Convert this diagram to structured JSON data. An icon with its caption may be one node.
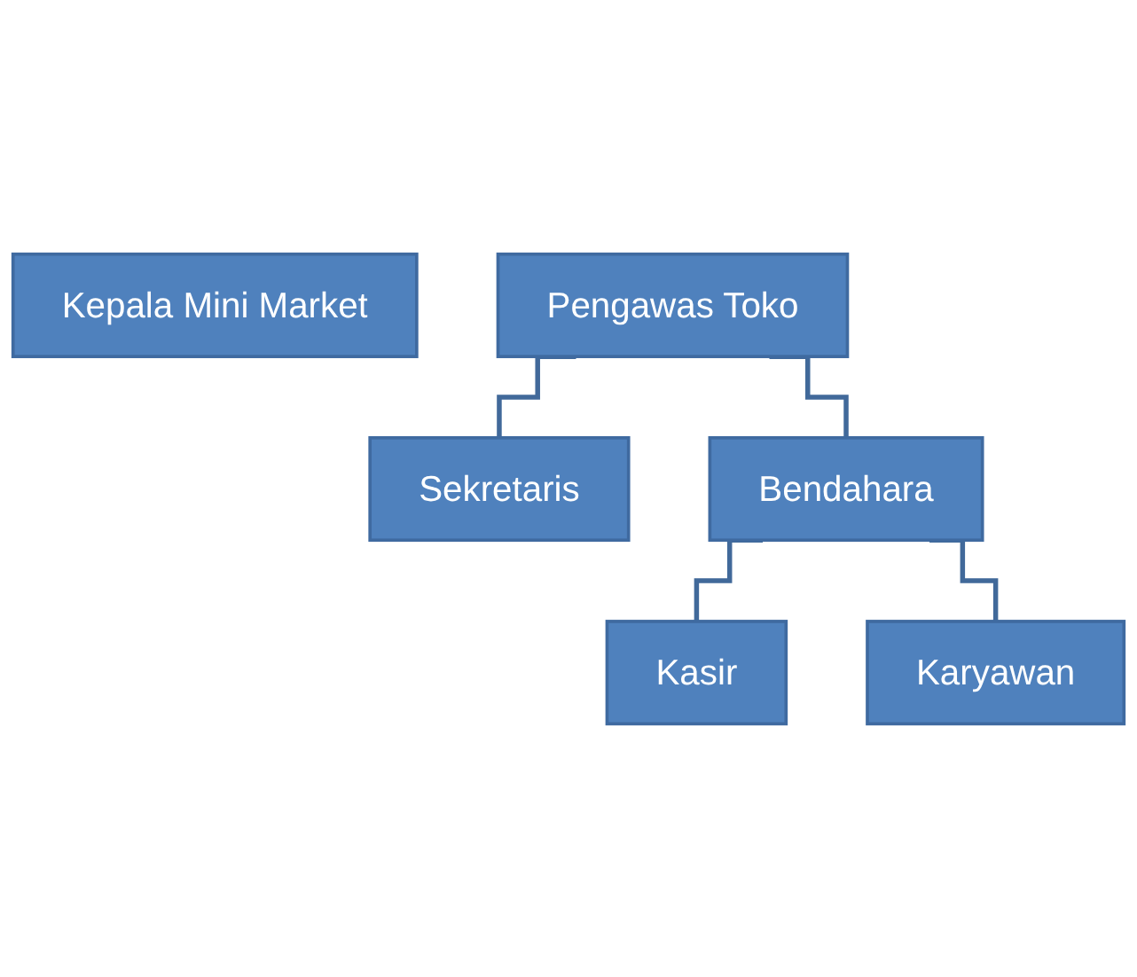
{
  "diagram": {
    "nodes": [
      {
        "text": [
          "Kepala Mini Market"
        ]
      },
      {
        "text": [
          "Pengawas Toko"
        ]
      },
      {
        "text": [
          "Sekretaris"
        ]
      },
      {
        "text": [
          "Bendahara"
        ]
      },
      {
        "text": [
          "Kasir"
        ]
      },
      {
        "text": [
          "Karyawan"
        ]
      }
    ],
    "edges": [
      {
        "from": 1,
        "to": 2,
        "arrow": "none"
      },
      {
        "from": 1,
        "to": 3,
        "arrow": "none"
      },
      {
        "from": 3,
        "to": 4,
        "arrow": "none"
      },
      {
        "from": 3,
        "to": 5,
        "arrow": "none"
      }
    ]
  }
}
